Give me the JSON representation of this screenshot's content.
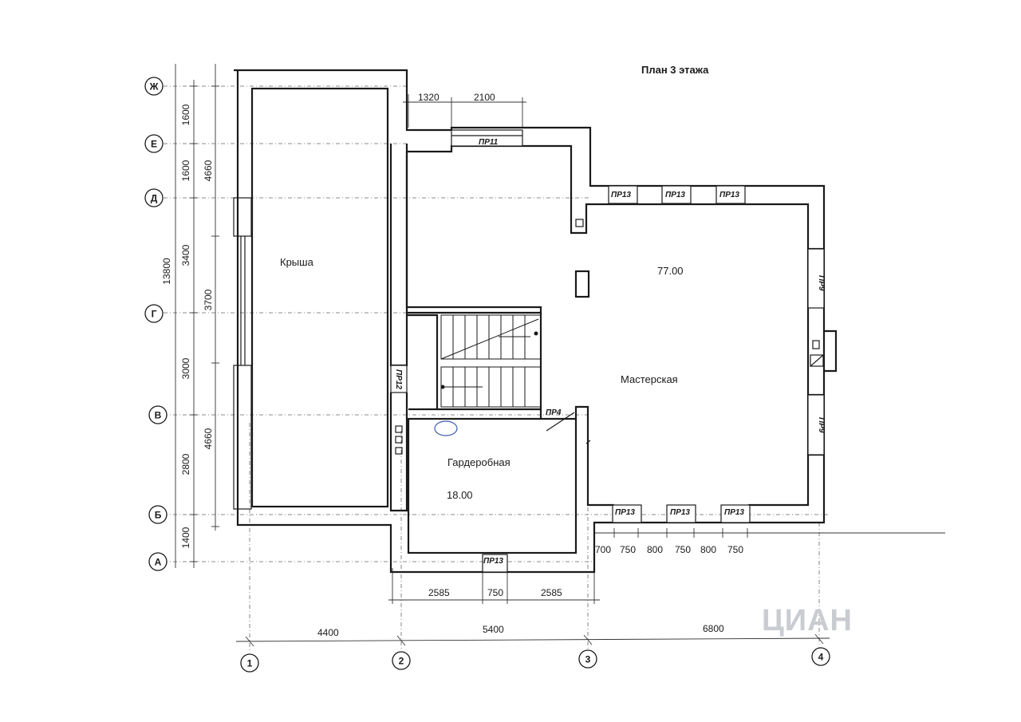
{
  "plan": {
    "title": "План 3 этажа",
    "rooms": {
      "roof": "Крыша",
      "workshop_name": "Мастерская",
      "workshop_area": "77.00",
      "wardrobe_name": "Гардеробная",
      "wardrobe_area": "18.00"
    },
    "axes_rows": [
      "Ж",
      "Е",
      "Д",
      "Г",
      "В",
      "Б",
      "А"
    ],
    "axes_cols": [
      "1",
      "2",
      "3",
      "4"
    ],
    "dims_left_inner": [
      "1600",
      "1600",
      "3400",
      "3000",
      "2800",
      "1400"
    ],
    "dims_left_mid": [
      "4660",
      "3700",
      "4660"
    ],
    "dims_left_total": "13800",
    "dims_top": [
      "1320",
      "2100"
    ],
    "dims_bottom_openings": [
      "2585",
      "750",
      "2585"
    ],
    "dims_bottom_axes": [
      "4400",
      "5400",
      "6800"
    ],
    "dims_right_openings": [
      "700",
      "750",
      "800",
      "750",
      "800",
      "750"
    ],
    "windows": {
      "pr11": "ПР11",
      "pr13": "ПР13",
      "pr9": "ПР9",
      "pr12": "ПР12",
      "pr4": "ПР4"
    },
    "watermark": "ЦИАН"
  }
}
